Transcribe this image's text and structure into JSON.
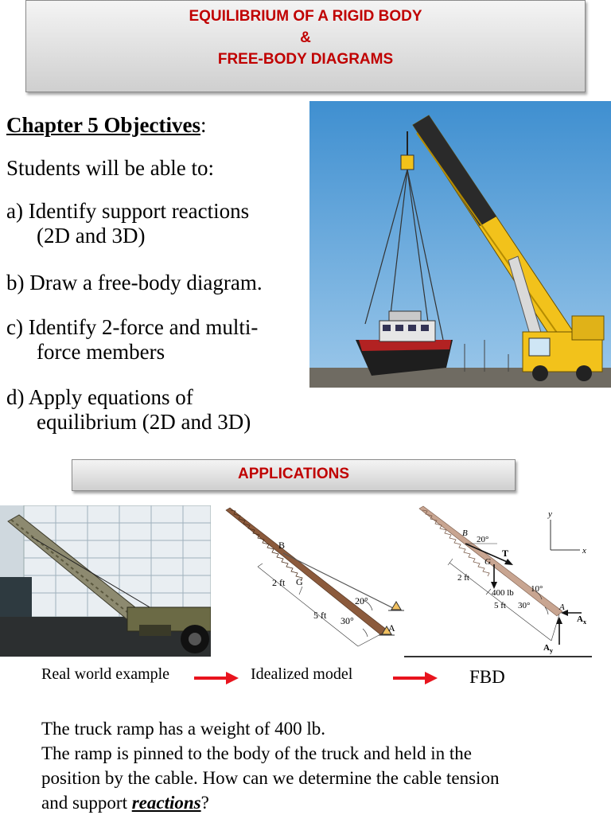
{
  "title": {
    "line1": "EQUILIBRIUM OF A RIGID BODY",
    "line2": "&",
    "line3": "FREE-BODY DIAGRAMS"
  },
  "objectives": {
    "heading": "Chapter 5 Objectives",
    "heading_suffix": ":",
    "intro": "Students will be able to:",
    "items": [
      {
        "line1": "a) Identify support reactions",
        "line2": "(2D and 3D)"
      },
      {
        "line1": "b) Draw a free-body diagram.",
        "line2": ""
      },
      {
        "line1": "c)  Identify 2-force and multi-",
        "line2": "force members"
      },
      {
        "line1": "d)  Apply equations of",
        "line2": "equilibrium (2D and 3D)"
      }
    ]
  },
  "applications": {
    "title": "APPLICATIONS",
    "captions": {
      "real": "Real world example",
      "ideal": "Idealized model",
      "fbd": "FBD"
    },
    "diagram_labels": {
      "B": "B",
      "G": "G",
      "A": "A",
      "two_ft": "2 ft",
      "five_ft": "5 ft",
      "twenty_deg": "20°",
      "thirty_deg": "30°",
      "ten_deg": "10°",
      "T": "T",
      "weight": "400 lb",
      "Ax": "A",
      "Ax_sub": "x",
      "Ay": "A",
      "Ay_sub": "y",
      "x": "x",
      "y": "y"
    },
    "paragraph": {
      "line1": "The truck ramp has a weight of 400 lb.",
      "line2": "The ramp is pinned to the body of the truck and held in the",
      "line3": "position by the cable.   How can we determine the cable tension",
      "line4_prefix": "and support ",
      "line4_em": "reactions",
      "line4_suffix": "?"
    }
  },
  "colors": {
    "banner_text": "#c00000",
    "arrow": "#e8141e",
    "sky": "#4d9bd4",
    "crane": "#f2c21b"
  }
}
